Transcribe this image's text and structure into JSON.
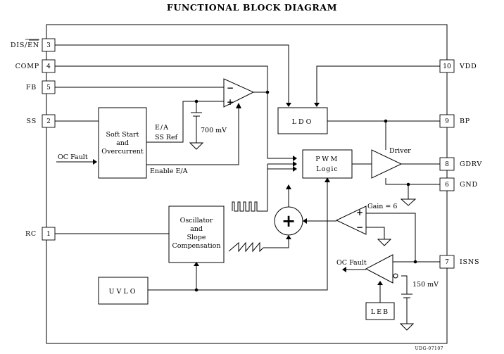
{
  "title": "FUNCTIONAL BLOCK DIAGRAM",
  "pins_left": [
    {
      "num": "3",
      "label": "DIS/EN"
    },
    {
      "num": "4",
      "label": "COMP"
    },
    {
      "num": "5",
      "label": "FB"
    },
    {
      "num": "2",
      "label": "SS"
    },
    {
      "num": "1",
      "label": "RC"
    }
  ],
  "pins_right": [
    {
      "num": "10",
      "label": "VDD"
    },
    {
      "num": "9",
      "label": "BP"
    },
    {
      "num": "8",
      "label": "GDRV"
    },
    {
      "num": "6",
      "label": "GND"
    },
    {
      "num": "7",
      "label": "ISNS"
    }
  ],
  "blocks": {
    "soft_start": [
      "Soft Start",
      "and",
      "Overcurrent"
    ],
    "ldo": "LDO",
    "pwm": [
      "PWM",
      "Logic"
    ],
    "oscillator": [
      "Oscillator",
      "and",
      "Slope",
      "Compensation"
    ],
    "uvlo": "UVLO",
    "leb": "LEB"
  },
  "labels": {
    "ea": "E/A",
    "ss_ref": "SS Ref",
    "ref_700": "700 mV",
    "enable_ea": "Enable E/A",
    "oc_fault_in": "OC Fault",
    "oc_fault_out": "OC Fault",
    "driver": "Driver",
    "gain": "Gain = 6",
    "ref_150": "150 mV",
    "doc_id": "UDG-07107"
  },
  "symbols": {
    "minus": "−",
    "plus": "+",
    "summer_plus": "+"
  }
}
